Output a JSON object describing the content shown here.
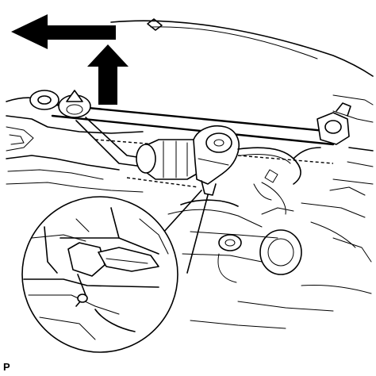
{
  "figure": {
    "code": "P",
    "arrows": [
      "vehicle-forward-arrow",
      "upward-arrow"
    ],
    "colors": {
      "line": "#000000",
      "background": "#ffffff"
    }
  }
}
